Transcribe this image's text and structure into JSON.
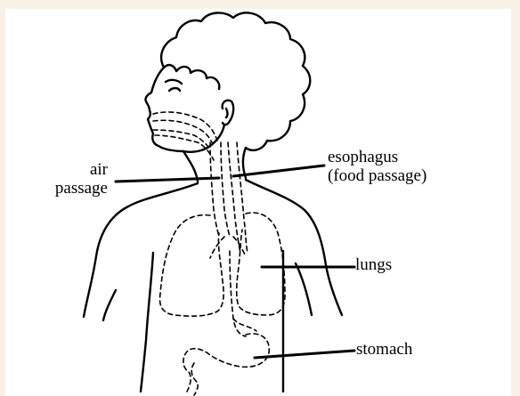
{
  "labels": {
    "air_passage_line1": "air",
    "air_passage_line2": "passage",
    "esophagus_line1": "esophagus",
    "esophagus_line2": "(food passage)",
    "lungs": "lungs",
    "stomach": "stomach"
  },
  "colors": {
    "background": "#f8f2e6",
    "panel": "#ffffff",
    "ink": "#000000"
  }
}
